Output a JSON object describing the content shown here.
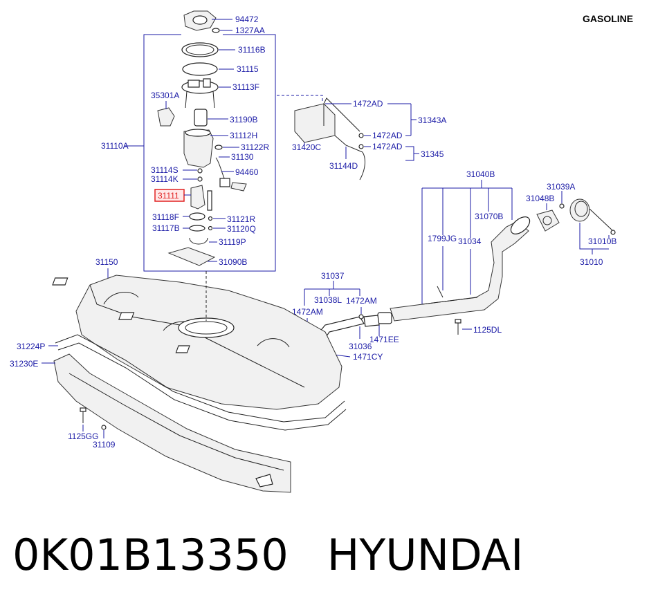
{
  "header": {
    "variant": "GASOLINE"
  },
  "labels": {
    "p94472": "94472",
    "p1327AA": "1327AA",
    "p31116B": "31116B",
    "p31115": "31115",
    "p31113F": "31113F",
    "p35301A": "35301A",
    "p31190B": "31190B",
    "p31112H": "31112H",
    "p31122R": "31122R",
    "p31130": "31130",
    "p31110A": "31110A",
    "p31114S": "31114S",
    "p31114K": "31114K",
    "p94460": "94460",
    "p31111": "31111",
    "p31118F": "31118F",
    "p31121R": "31121R",
    "p31117B": "31117B",
    "p31120Q": "31120Q",
    "p31119P": "31119P",
    "p31090B": "31090B",
    "p1472AD_a": "1472AD",
    "p31343A": "31343A",
    "p1472AD_b": "1472AD",
    "p31420C": "31420C",
    "p1472AD_c": "1472AD",
    "p31345": "31345",
    "p31144D": "31144D",
    "p31040B": "31040B",
    "p31039A": "31039A",
    "p31048B": "31048B",
    "p31070B": "31070B",
    "p1799JG": "1799JG",
    "p31034": "31034",
    "p31010B": "31010B",
    "p31010": "31010",
    "p31150": "31150",
    "p31037": "31037",
    "p31038L": "31038L",
    "p1472AM_a": "1472AM",
    "p1472AM_b": "1472AM",
    "p1471EE": "1471EE",
    "p31036": "31036",
    "p1471CY": "1471CY",
    "p1125DL": "1125DL",
    "p31224P": "31224P",
    "p31230E": "31230E",
    "p1125GG": "1125GG",
    "p31109": "31109"
  },
  "highlight": {
    "part": "31111",
    "color": "#e02020"
  },
  "footer": {
    "part_number": "0K01B13350",
    "brand": "HYUNDAI"
  }
}
